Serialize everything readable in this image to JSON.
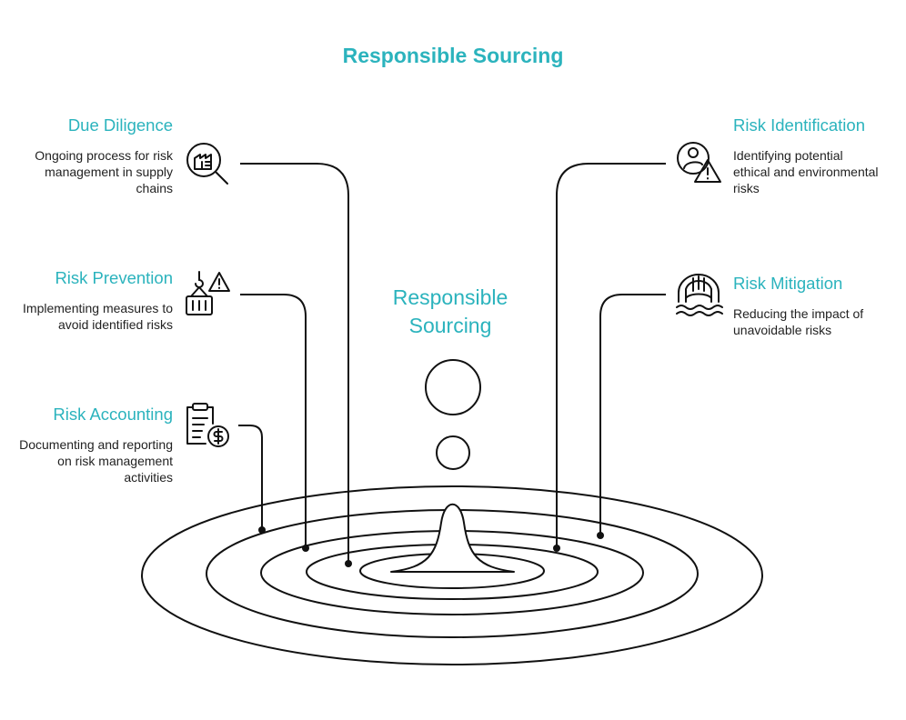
{
  "title": "Responsible Sourcing",
  "center_label": "Responsible Sourcing",
  "colors": {
    "accent": "#2bb3bd",
    "ink": "#111111",
    "text": "#222222"
  },
  "items": [
    {
      "title": "Due Diligence",
      "description": "Ongoing process for risk management in supply chains",
      "icon": "factory-magnifier-icon"
    },
    {
      "title": "Risk Prevention",
      "description": "Implementing measures to avoid identified risks",
      "icon": "crane-warning-icon"
    },
    {
      "title": "Risk Accounting",
      "description": "Documenting and reporting on risk management activities",
      "icon": "clipboard-dollar-icon"
    },
    {
      "title": "Risk Identification",
      "description": "Identifying potential ethical and environmental risks",
      "icon": "person-warning-icon"
    },
    {
      "title": "Risk Mitigation",
      "description": "Reducing the impact of unavoidable risks",
      "icon": "dam-water-icon"
    }
  ]
}
